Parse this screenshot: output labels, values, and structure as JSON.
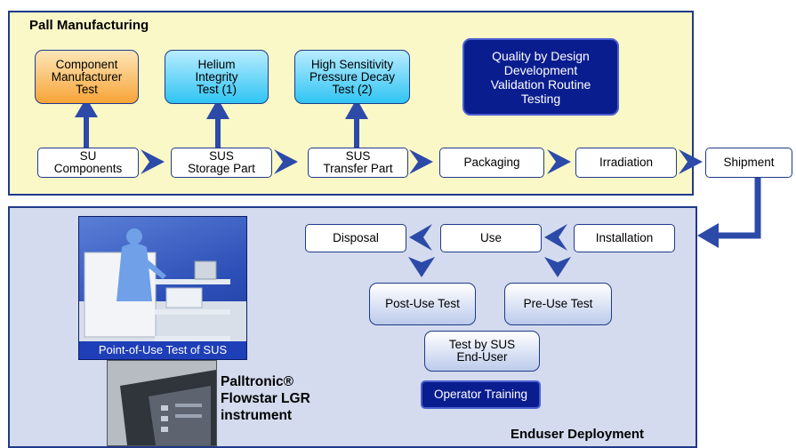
{
  "manufacturing": {
    "title": "Pall Manufacturing",
    "tests": {
      "component": "Component\nManufacturer\nTest",
      "helium": "Helium\nIntegrity\nTest (1)",
      "pressure": "High Sensitivity\nPressure Decay\nTest (2)",
      "qbd": "Quality by Design\nDevelopment\nValidation Routine\nTesting"
    },
    "flow": {
      "su_components": "SU\nComponents",
      "storage": "SUS\nStorage Part",
      "transfer": "SUS\nTransfer Part",
      "packaging": "Packaging",
      "irradiation": "Irradiation",
      "shipment": "Shipment"
    }
  },
  "deployment": {
    "title": "Enduser Deployment",
    "installation": "Installation",
    "use": "Use",
    "disposal": "Disposal",
    "pre_use": "Pre-Use Test",
    "post_use": "Post-Use Test",
    "end_user": "Test by SUS\nEnd-User",
    "training": "Operator Training",
    "photo_caption": "Point-of-Use Test of SUS",
    "instrument": "Palltronic®\nFlowstar LGR\ninstrument"
  },
  "colors": {
    "arrow": "#2c4aa8",
    "border": "#1f3a8a",
    "navy": "#0a1d8f"
  }
}
